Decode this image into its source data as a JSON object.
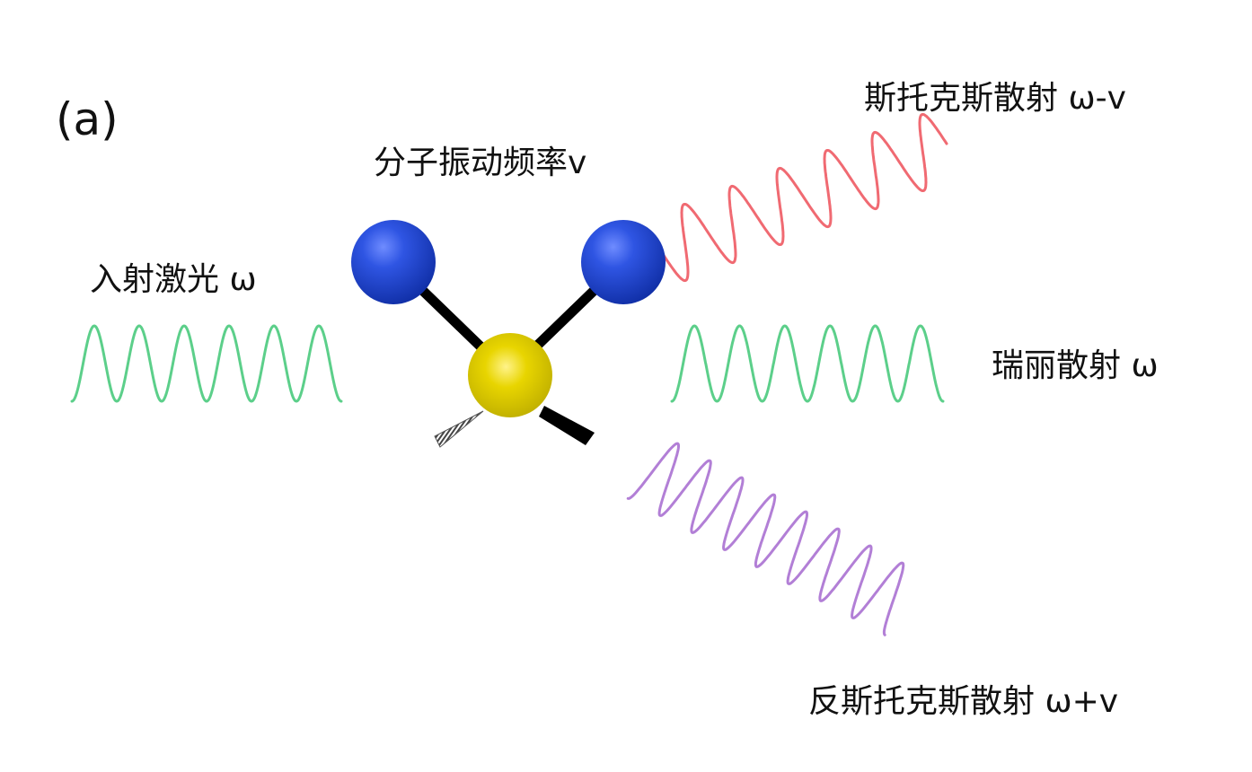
{
  "panel_label": "(a)",
  "labels": {
    "molecular_vibration": "分子振动频率v",
    "incident": "入射激光 ω",
    "stokes": "斯托克斯散射 ω-v",
    "rayleigh": "瑞丽散射 ω",
    "anti_stokes": "反斯托克斯散射 ω+v"
  },
  "colors": {
    "incident_wave": "#5ccf8a",
    "rayleigh_wave": "#5ccf8a",
    "stokes_wave": "#f06a72",
    "anti_stokes_wave": "#b27fd6",
    "outer_atoms": "#1f3fc4",
    "center_atom": "#d4c400",
    "bonds": "#000000",
    "text": "#111111"
  },
  "icons": {
    "molecule": "triatomic-molecule-icon"
  }
}
